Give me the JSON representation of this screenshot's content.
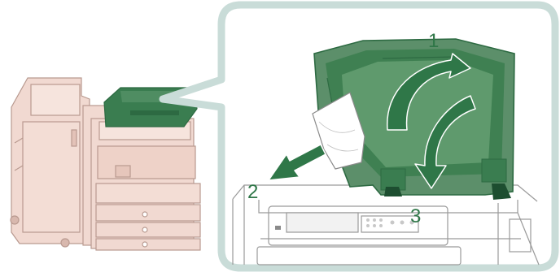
{
  "illustration": {
    "steps": [
      {
        "number": "1",
        "action": "lift-feeder-cover"
      },
      {
        "number": "2",
        "action": "remove-jammed-paper"
      },
      {
        "number": "3",
        "action": "close-feeder-cover"
      }
    ]
  },
  "colors": {
    "callout_border": "#c9dcd8",
    "feeder_green": "#3a7d50",
    "feeder_green_dark": "#2d6a42",
    "feeder_green_light": "#6c9a78",
    "arrow_green": "#2f7748",
    "label_green": "#2f7748",
    "printer_body_pink": "#f1d9d1",
    "printer_line_pink": "#b99a90",
    "scanner_line_gray": "#9a9a9a",
    "paper_white": "#ffffff"
  },
  "icons": {
    "feeder_cover": "document-feeder-icon",
    "printer": "multifunction-printer-icon",
    "paper": "jammed-paper-icon"
  }
}
